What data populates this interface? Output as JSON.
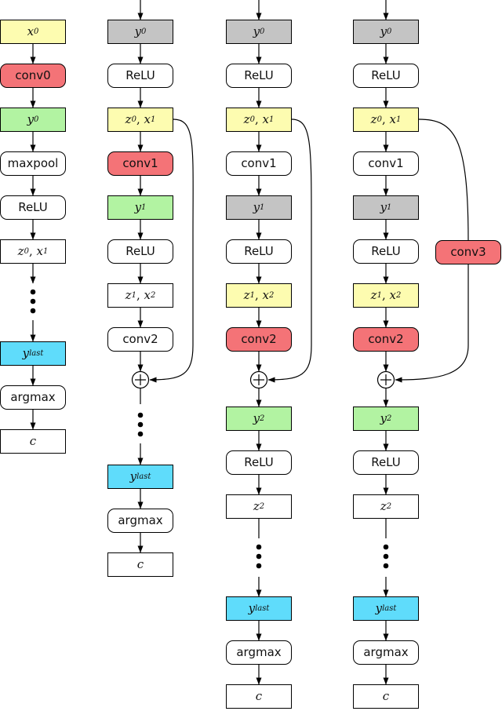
{
  "colors": {
    "yellow": "#fdfcb0",
    "red": "#f47377",
    "green": "#b2f3a2",
    "gray": "#c4c4c4",
    "cyan": "#5fdcfb",
    "white": "#ffffff"
  },
  "labels": {
    "conv0": "conv0",
    "conv1": "conv1",
    "conv2": "conv2",
    "conv3": "conv3",
    "maxpool": "maxpool",
    "relu": "ReLU",
    "argmax": "argmax",
    "x": "x",
    "y": "y",
    "z": "z",
    "c": "c",
    "sub_0": "0",
    "sub_1": "1",
    "sub_2": "2",
    "sub_last": "last",
    "comma": ",",
    "plus": "+"
  }
}
